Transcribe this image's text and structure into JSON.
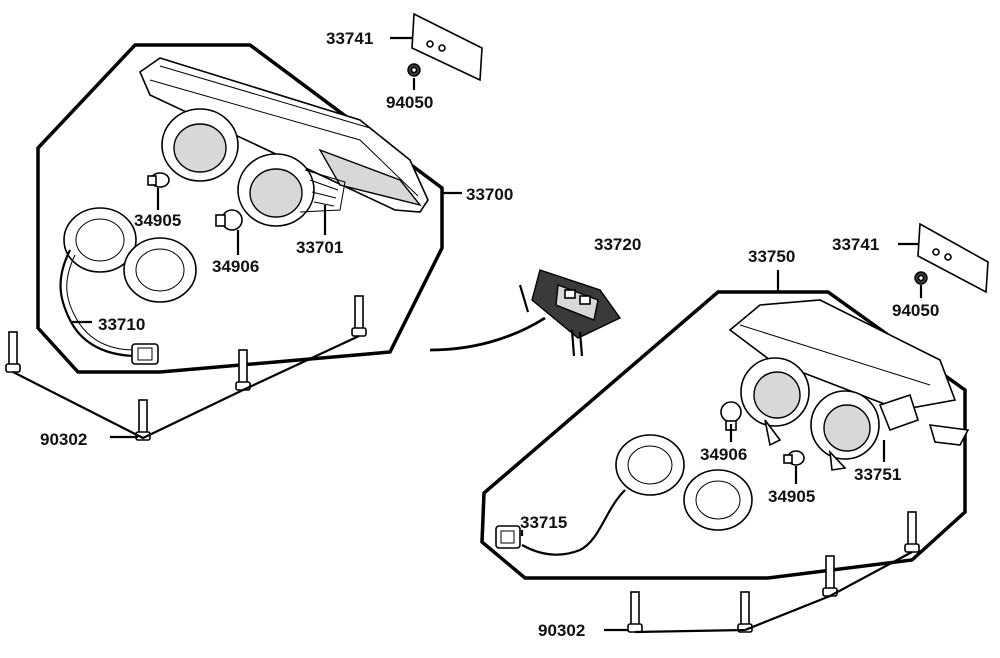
{
  "labels": {
    "p33741_top": "33741",
    "p94050_top": "94050",
    "p33700": "33700",
    "p34905_left": "34905",
    "p34906_left": "34906",
    "p33701": "33701",
    "p33710": "33710",
    "p90302_left": "90302",
    "p33720": "33720",
    "p33750": "33750",
    "p33741_right": "33741",
    "p94050_right": "94050",
    "p34906_right": "34906",
    "p34905_right": "34905",
    "p33751": "33751",
    "p33715": "33715",
    "p90302_right": "90302"
  }
}
